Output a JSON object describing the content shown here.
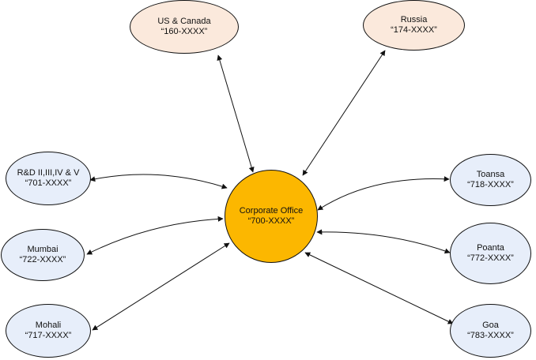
{
  "nodes": {
    "us_canada": {
      "name": "US & Canada",
      "code": "“160-XXXX”"
    },
    "russia": {
      "name": "Russia",
      "code": "“174-XXXX”"
    },
    "rnd": {
      "name": "R&D II,III,IV & V",
      "code": "“701-XXXX”"
    },
    "mumbai": {
      "name": "Mumbai",
      "code": "“722-XXXX”"
    },
    "mohali": {
      "name": "Mohali",
      "code": "“717-XXXX”"
    },
    "corporate": {
      "name": "Corporate Office",
      "code": "“700-XXXX”"
    },
    "toansa": {
      "name": "Toansa",
      "code": "“718-XXXX”"
    },
    "poanta": {
      "name": "Poanta",
      "code": "“772-XXXX”"
    },
    "goa": {
      "name": "Goa",
      "code": "“783-XXXX”"
    }
  },
  "colors": {
    "center_fill": "#fcb700",
    "peach_fill": "#fbe9dc",
    "blue_fill": "#e7eefa",
    "stroke": "#111111"
  }
}
